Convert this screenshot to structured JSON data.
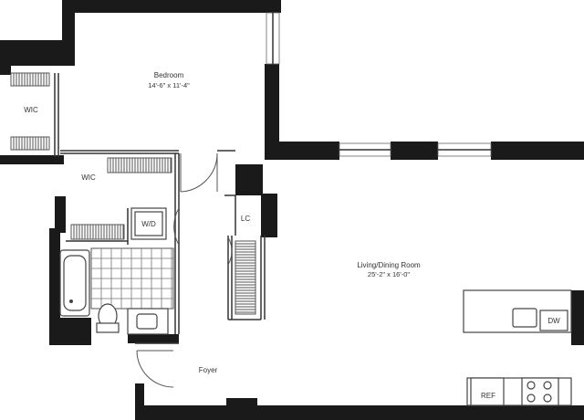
{
  "rooms": {
    "bedroom": {
      "name": "Bedroom",
      "dims": "14'-6\" x 11'-4\""
    },
    "living": {
      "name": "Living/Dining Room",
      "dims": "25'-2\" x 16'-0\""
    },
    "foyer": {
      "name": "Foyer"
    },
    "wic_left": {
      "name": "WIC"
    },
    "wic_center": {
      "name": "WIC"
    }
  },
  "labels": {
    "washer_dryer": "W/D",
    "linen_closet": "LC",
    "dishwasher": "DW",
    "refrigerator": "REF"
  },
  "colors": {
    "wall": "#1a1a1a",
    "background": "#ffffff"
  }
}
